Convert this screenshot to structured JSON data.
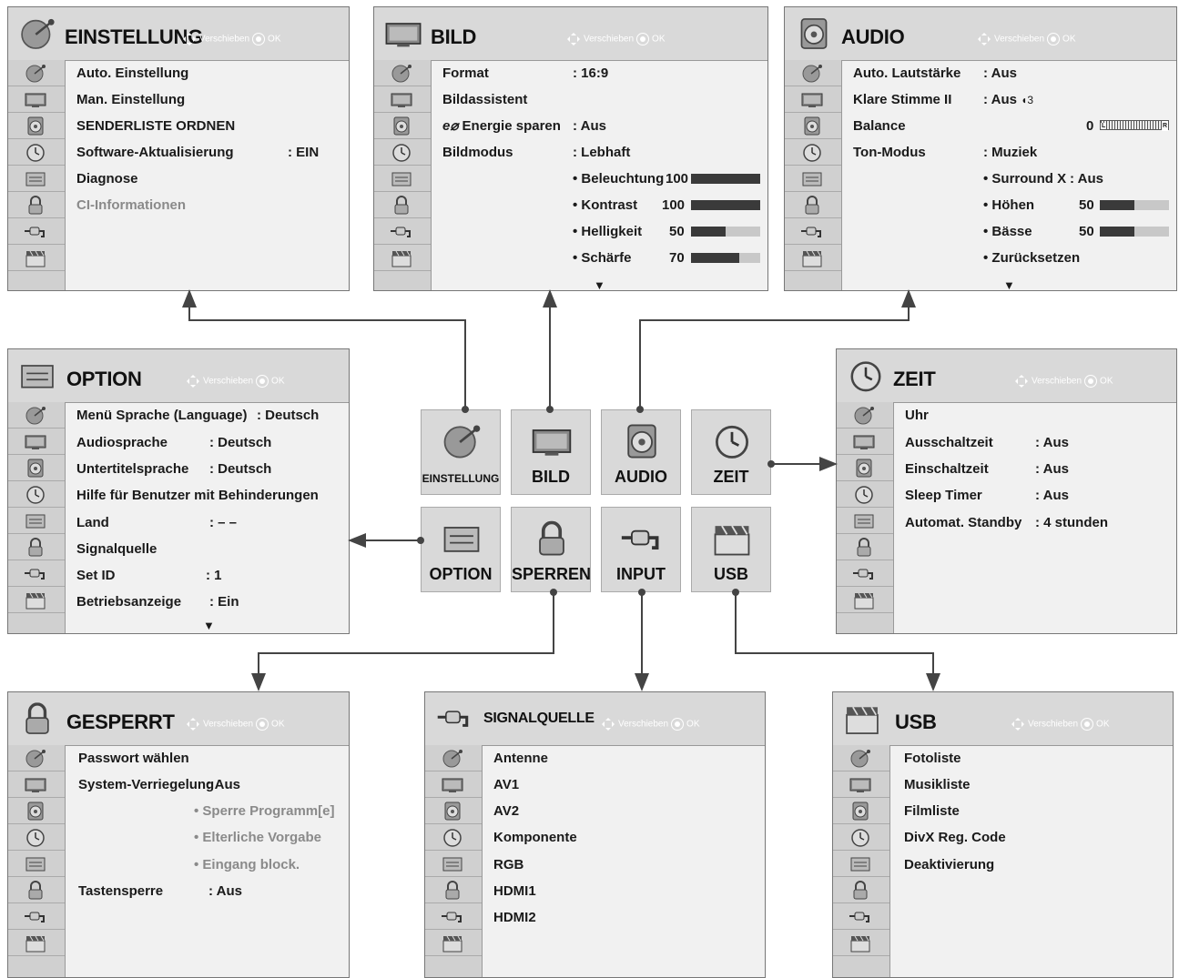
{
  "nav": {
    "move": "Verschieben",
    "ok": "OK"
  },
  "einstellung": {
    "title": "EINSTELLUNG",
    "rows": [
      "Auto. Einstellung",
      "Man. Einstellung",
      "SENDERLISTE ORDNEN",
      "Software-Aktualisierung",
      "Diagnose",
      "CI-Informationen"
    ],
    "sw_value": ": EIN"
  },
  "bild": {
    "title": "BILD",
    "format_label": "Format",
    "format_value": ": 16:9",
    "assist_label": "Bildassistent",
    "energy_label": "Energie sparen",
    "energy_value": ": Aus",
    "mode_label": "Bildmodus",
    "mode_value": ": Lebhaft",
    "sliders": [
      {
        "label": "• Beleuchtung",
        "value": "100",
        "level": 1.0
      },
      {
        "label": "• Kontrast",
        "value": "100",
        "level": 1.0
      },
      {
        "label": "• Helligkeit",
        "value": "50",
        "level": 0.5
      },
      {
        "label": "• Schärfe",
        "value": "70",
        "level": 0.7
      }
    ],
    "more": "▼"
  },
  "audio": {
    "title": "AUDIO",
    "auto_label": "Auto. Lautstärke",
    "auto_value": ": Aus",
    "clear_label": "Klare Stimme II",
    "clear_value": ": Aus",
    "clear_level": "3",
    "balance_label": "Balance",
    "balance_value": "0",
    "balance_l": "L",
    "balance_r": "R",
    "mode_label": "Ton-Modus",
    "mode_value": ": Muziek",
    "surround_label": "• Surround X",
    "surround_value": ": Aus",
    "sliders": [
      {
        "label": "• Höhen",
        "value": "50",
        "level": 0.5
      },
      {
        "label": "• Bässe",
        "value": "50",
        "level": 0.5
      }
    ],
    "reset_label": "• Zurücksetzen",
    "more": "▼"
  },
  "option": {
    "title": "OPTION",
    "rows": [
      {
        "label": "Menü Sprache (Language)",
        "value": ": Deutsch"
      },
      {
        "label": "Audiosprache",
        "value": ": Deutsch"
      },
      {
        "label": "Untertitelsprache",
        "value": ": Deutsch"
      },
      {
        "label": "Hilfe für Benutzer mit Behinderungen",
        "value": ""
      },
      {
        "label": "Land",
        "value": ": – –"
      },
      {
        "label": "Signalquelle",
        "value": ""
      },
      {
        "label": "Set ID",
        "value": ": 1"
      },
      {
        "label": "Betriebsanzeige",
        "value": ": Ein"
      }
    ],
    "more": "▼"
  },
  "zeit": {
    "title": "ZEIT",
    "rows": [
      {
        "label": "Uhr",
        "value": ""
      },
      {
        "label": "Ausschaltzeit",
        "value": ": Aus"
      },
      {
        "label": "Einschaltzeit",
        "value": ": Aus"
      },
      {
        "label": "Sleep Timer",
        "value": ": Aus"
      },
      {
        "label": "Automat. Standby",
        "value": ": 4 stunden"
      }
    ]
  },
  "tiles": {
    "einstellung": "EINSTELLUNG",
    "bild": "BILD",
    "audio": "AUDIO",
    "zeit": "ZEIT",
    "option": "OPTION",
    "sperren": "SPERREN",
    "input": "INPUT",
    "usb": "USB"
  },
  "gesperrt": {
    "title": "GESPERRT",
    "pw_label": "Passwort wählen",
    "sys_label": "System-Verriegelung",
    "sys_value": ": Aus",
    "sub": [
      "• Sperre Programm[e]",
      "• Elterliche Vorgabe",
      "• Eingang block."
    ],
    "key_label": "Tastensperre",
    "key_value": ": Aus"
  },
  "signal": {
    "title": "SIGNALQUELLE",
    "rows": [
      "Antenne",
      "AV1",
      "AV2",
      "Komponente",
      "RGB",
      "HDMI1",
      "HDMI2"
    ]
  },
  "usb": {
    "title": "USB",
    "rows": [
      "Fotoliste",
      "Musikliste",
      "Filmliste",
      "DivX Reg. Code",
      "Deaktivierung"
    ]
  },
  "colors": {
    "bar_fill": "#3a3a3a",
    "bar_bg": "#c8c8c8",
    "header": "#d9d9d9",
    "sidebar": "#d0d0d0"
  }
}
